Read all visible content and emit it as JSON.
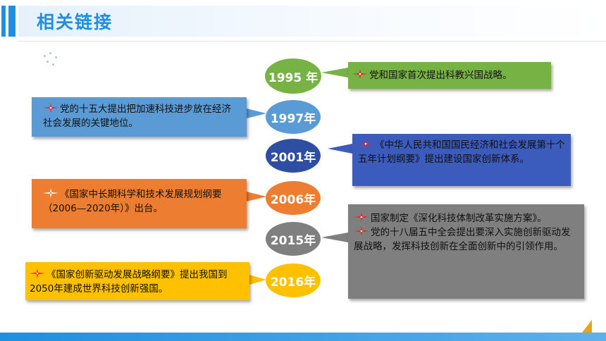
{
  "header": {
    "title": "相关链接"
  },
  "timeline": [
    {
      "year": "1995 年",
      "text": "党和国家首次提出科教兴国战略。"
    },
    {
      "year": "1997年",
      "text": "党的十五大提出把加速科技进步放在经济社会发展的关键地位。"
    },
    {
      "year": "2001年",
      "text": "《中华人民共和国国民经济和社会发展第十个五年计划纲要》提出建设国家创新体系。"
    },
    {
      "year": "2006年",
      "text": "《国家中长期科学和技术发展规划纲要（2006—2020年）》出台。"
    },
    {
      "year": "2015年",
      "text": "国家制定《深化科技体制改革实施方案》。",
      "text2": "党的十八届五中全会提出要深入实施创新驱动发展战略，发挥科技创新在全面创新中的引领作用。"
    },
    {
      "year": "2016年",
      "text": "《国家创新驱动发展战略纲要》提出我国到2050年建成世界科技创新强国。"
    }
  ],
  "colors": {
    "accent": "#1f8fe0",
    "y1995": "#77b245",
    "y1997": "#5b9bd5",
    "y2001": "#2e4ea4",
    "y2006": "#ed7d31",
    "y2015": "#7f7f7f",
    "y2016": "#ffc000"
  },
  "icons": {
    "bullet": "sparkle-star-icon",
    "corner": "page-corner-triangle-icon"
  }
}
